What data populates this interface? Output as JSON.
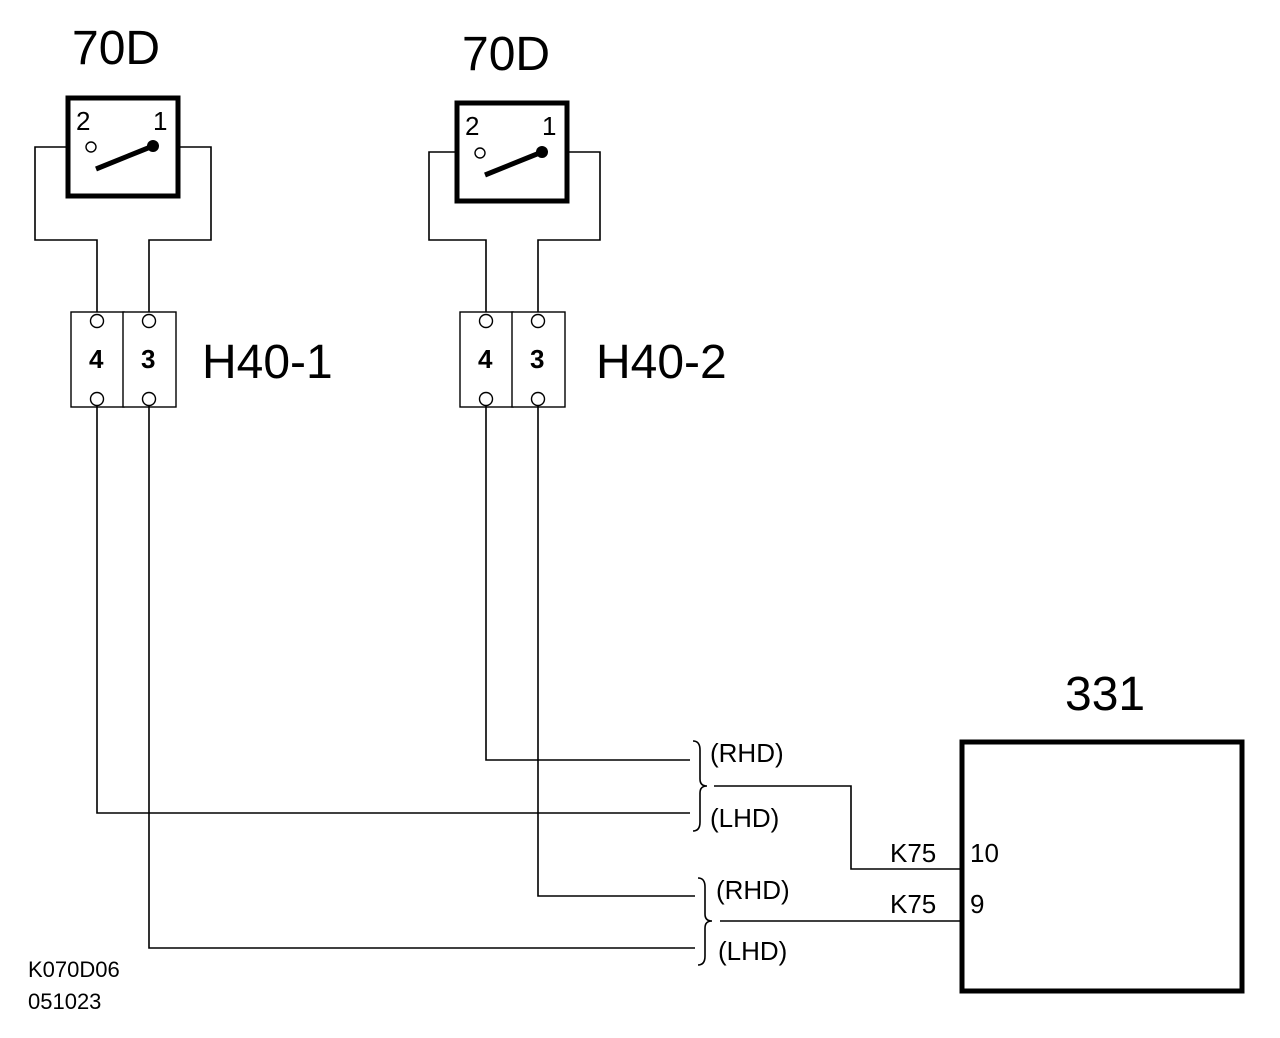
{
  "switches": [
    {
      "title": "70D",
      "pin_left": "2",
      "pin_right": "1"
    },
    {
      "title": "70D",
      "pin_left": "2",
      "pin_right": "1"
    }
  ],
  "connectors": [
    {
      "name": "H40-1",
      "pin_a": "4",
      "pin_b": "3"
    },
    {
      "name": "H40-2",
      "pin_a": "4",
      "pin_b": "3"
    }
  ],
  "module": {
    "title": "331",
    "pins": [
      {
        "wire": "K75",
        "pin": "10"
      },
      {
        "wire": "K75",
        "pin": "9"
      }
    ]
  },
  "variants": {
    "upper": {
      "rhd": "(RHD)",
      "lhd": "(LHD)"
    },
    "lower": {
      "rhd": "(RHD)",
      "lhd": "(LHD)"
    }
  },
  "footer": {
    "code": "K070D06",
    "date": "051023"
  }
}
